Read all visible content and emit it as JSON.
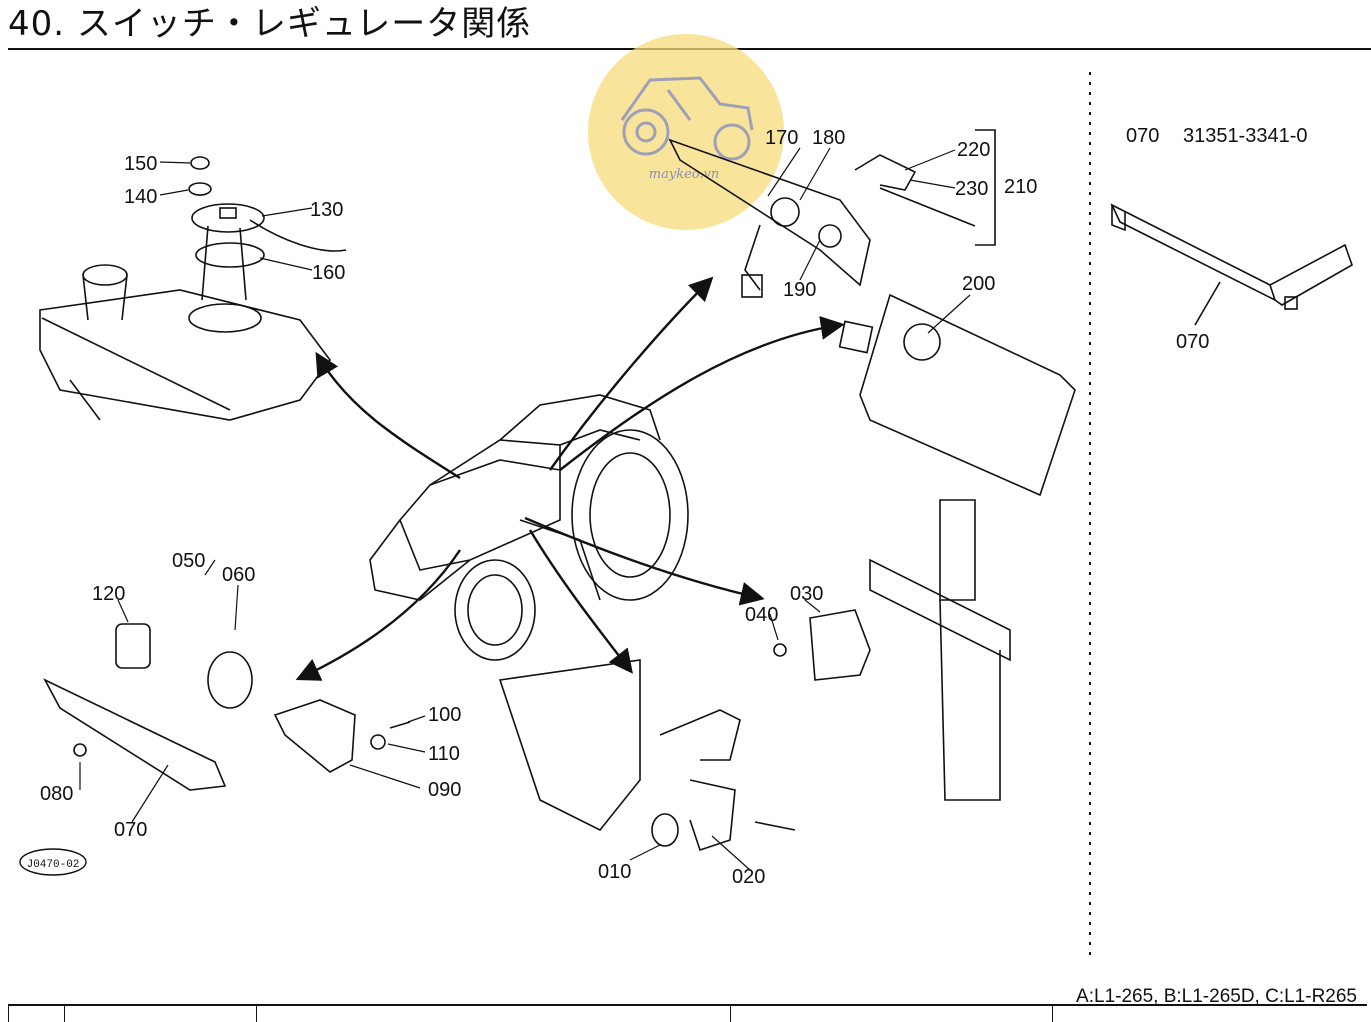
{
  "page": {
    "title": "40. スイッチ・レギュレータ関係",
    "figure_code": "J0470-02",
    "models_line": "A:L1-265,  B:L1-265D,  C:L1-R265"
  },
  "watermark": {
    "text": "maykeo.vn",
    "color": "#f6dc7a"
  },
  "side_panel": {
    "header_ref": "070",
    "header_part_no": "31351-3341-0",
    "callout": "070"
  },
  "callouts": [
    "150",
    "140",
    "130",
    "160",
    "170",
    "180",
    "220",
    "230",
    "210",
    "190",
    "200",
    "050",
    "060",
    "120",
    "080",
    "070",
    "100",
    "110",
    "090",
    "030",
    "040",
    "010",
    "020"
  ]
}
